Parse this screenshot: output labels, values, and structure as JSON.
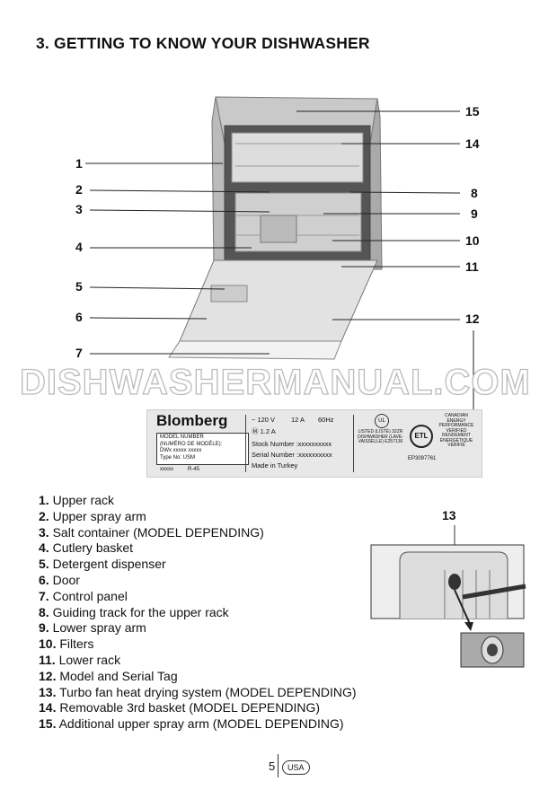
{
  "title": "3. GETTING TO KNOW YOUR DISHWASHER",
  "callouts": {
    "left": [
      "1",
      "2",
      "3",
      "4",
      "5",
      "6",
      "7"
    ],
    "right": [
      "15",
      "14",
      "8",
      "9",
      "10",
      "11",
      "12"
    ],
    "inset": "13"
  },
  "watermark": "DISHWASHERMANUAL.COM",
  "tag": {
    "brand": "Blomberg",
    "model_lines": [
      "MODEL NUMBER",
      "(NUMÉRO DE MODÈLE):",
      "DWx xxxxx xxxxx",
      "Type No: USM"
    ],
    "code1": "xxxxx",
    "code2": "R-45",
    "voltage": "~ 120 V",
    "amps": "12 A",
    "hz": "60Hz",
    "motor": "1.2 A",
    "stock": "Stock Number :xxxxxxxxxx",
    "serial": "Serial Number :xxxxxxxxxx",
    "made": "Made in Turkey",
    "ul": "LISTED (LISTÉ) 32ZR DISHWASHER (LAVE-VAISSELLE) E257136",
    "etl_num": "EP3097761",
    "energy": "CANADIAN ENERGY PERFORMANCE VERIFIED RENDEMENT ÉNERGÉTIQUE VÉRIFIÉ"
  },
  "items": [
    {
      "n": "1.",
      "t": "Upper rack"
    },
    {
      "n": "2.",
      "t": "Upper spray arm"
    },
    {
      "n": "3.",
      "t": "Salt container (MODEL DEPENDING)"
    },
    {
      "n": "4.",
      "t": "Cutlery basket"
    },
    {
      "n": "5.",
      "t": "Detergent dispenser"
    },
    {
      "n": "6.",
      "t": "Door"
    },
    {
      "n": "7.",
      "t": "Control panel"
    },
    {
      "n": "8.",
      "t": "Guiding track for the upper rack"
    },
    {
      "n": "9.",
      "t": "Lower spray arm"
    },
    {
      "n": "10.",
      "t": "Filters"
    },
    {
      "n": "11.",
      "t": "Lower rack"
    },
    {
      "n": "12.",
      "t": "Model and Serial Tag"
    },
    {
      "n": "13.",
      "t": "Turbo fan heat drying system (MODEL DEPENDING)"
    },
    {
      "n": "14.",
      "t": "Removable 3rd basket (MODEL DEPENDING)"
    },
    {
      "n": "15.",
      "t": "Additional upper spray arm (MODEL DEPENDING)"
    }
  ],
  "footer": {
    "page": "5",
    "region": "USA"
  }
}
